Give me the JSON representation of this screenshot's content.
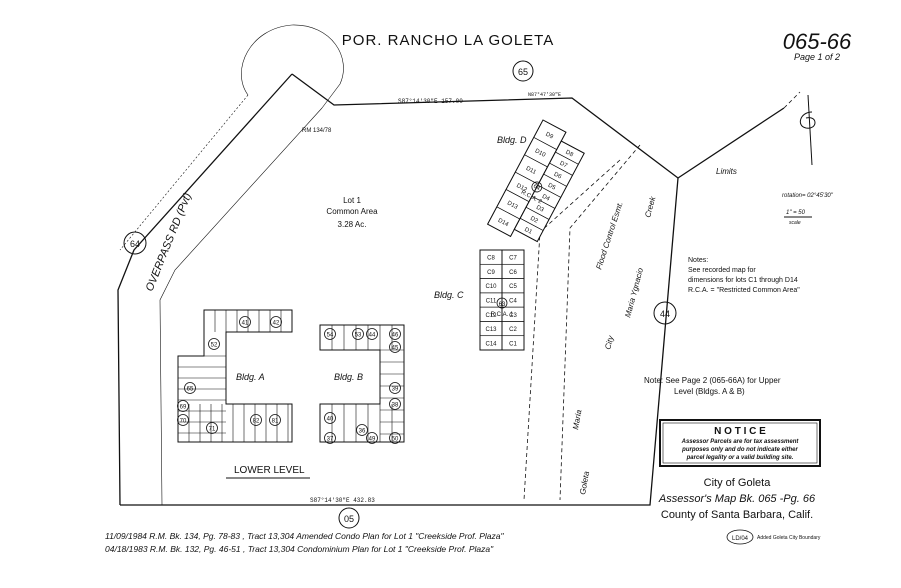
{
  "header": {
    "title": "POR. RANCHO LA GOLETA",
    "page_number": "065-66",
    "page_of": "Page 1 of 2"
  },
  "circles": {
    "c65": "65",
    "c64": "64",
    "c44": "44",
    "c05": "05"
  },
  "roads": {
    "overpass": "OVERPASS RD (Pvt)",
    "maria_ygnacio": "Maria Ygnacio",
    "creek": "Creek",
    "city": "City",
    "goleta": "Goleta",
    "limits": "Limits",
    "flood_control": "Flood Control Esmt."
  },
  "lot": {
    "name": "Lot 1",
    "area_type": "Common Area",
    "acreage": "3.28 Ac.",
    "rm_ref": "RM 134/78"
  },
  "bearings": {
    "top_line": "S87°14'30\"E  157.00",
    "bottom_line": "S87°14'30\"E  432.83",
    "top_right": "N87°47'30\"E"
  },
  "buildings": {
    "a": "Bldg. A",
    "b": "Bldg. B",
    "c": "Bldg. C",
    "d": "Bldg. D",
    "lower_level": "LOWER LEVEL"
  },
  "bldg_c_units_left": [
    "C8",
    "C9",
    "C10",
    "C11",
    "C12",
    "C13",
    "C14"
  ],
  "bldg_c_units_right": [
    "C7",
    "C6",
    "C5",
    "C4",
    "C3",
    "C2",
    "C1"
  ],
  "bldg_c_rca": "R.C.A. 1",
  "bldg_c_parcel": "63",
  "bldg_d_units_left": [
    "D9",
    "D10",
    "D11",
    "D12",
    "D13",
    "D14"
  ],
  "bldg_d_units_right": [
    "D8",
    "D7",
    "D6",
    "D5",
    "D4",
    "D3",
    "D2",
    "D1"
  ],
  "bldg_d_rca": "R.C.A. 2",
  "bldg_d_parcel": "64",
  "parcels_a": [
    "41",
    "42",
    "52",
    "65",
    "69",
    "70",
    "71",
    "82",
    "81"
  ],
  "parcels_b": [
    "54",
    "53",
    "44",
    "46",
    "45",
    "39",
    "38",
    "40",
    "37",
    "36",
    "49",
    "50"
  ],
  "north_arrow": {
    "rotation": "rotation= 02°45'30\"",
    "scale": "1\" = 50",
    "scale_word": "scale"
  },
  "notes": {
    "title": "Notes:",
    "line1": "See recorded map for",
    "line2": "dimensions for lots C1 through D14",
    "line3": "R.C.A. = \"Restricted Common Area\""
  },
  "note2": {
    "line1": "Note: See Page 2 (065-66A) for Upper",
    "line2": "Level (Bldgs. A & B)"
  },
  "notice": {
    "title": "N O T I C E",
    "line1": "Assessor Parcels are for tax assessment",
    "line2": "purposes only and do not indicate either",
    "line3": "parcel legality or a valid building site."
  },
  "footer_right": {
    "city": "City of Goleta",
    "book": "Assessor's Map Bk. 065 -Pg. 66",
    "county": "County of Santa Barbara, Calif."
  },
  "footer_left": {
    "line1": "11/09/1984  R.M. Bk. 134, Pg. 78-83 , Tract 13,304 Amended Condo Plan for Lot 1 \"Creekside Prof. Plaza\"",
    "line2": "04/18/1983  R.M. Bk. 132, Pg. 46-51 , Tract 13,304 Condominium Plan for Lot 1 \"Creekside Prof. Plaza\""
  },
  "stamp": {
    "code": "LD/04",
    "text": "Added Goleta City Boundary"
  }
}
